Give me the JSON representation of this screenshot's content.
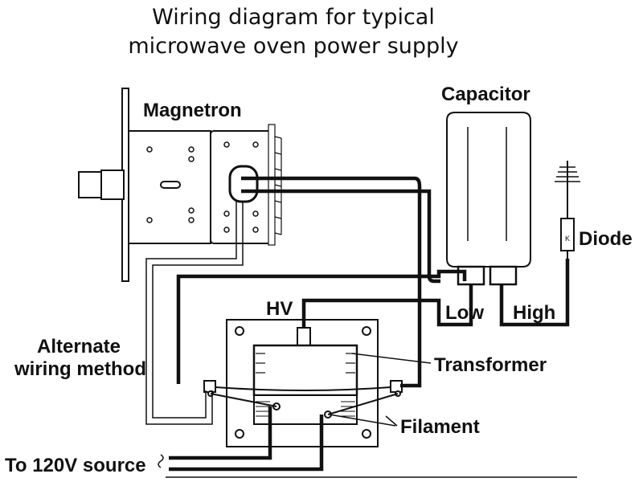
{
  "diagram": {
    "title_line1": "Wiring diagram for typical",
    "title_line2": "microwave oven power supply",
    "labels": {
      "magnetron": "Magnetron",
      "capacitor": "Capacitor",
      "diode": "Diode",
      "hv": "HV",
      "low": "Low",
      "high": "High",
      "alternate_line1": "Alternate",
      "alternate_line2": "wiring method",
      "transformer": "Transformer",
      "filament": "Filament",
      "source": "To 120V source"
    }
  }
}
